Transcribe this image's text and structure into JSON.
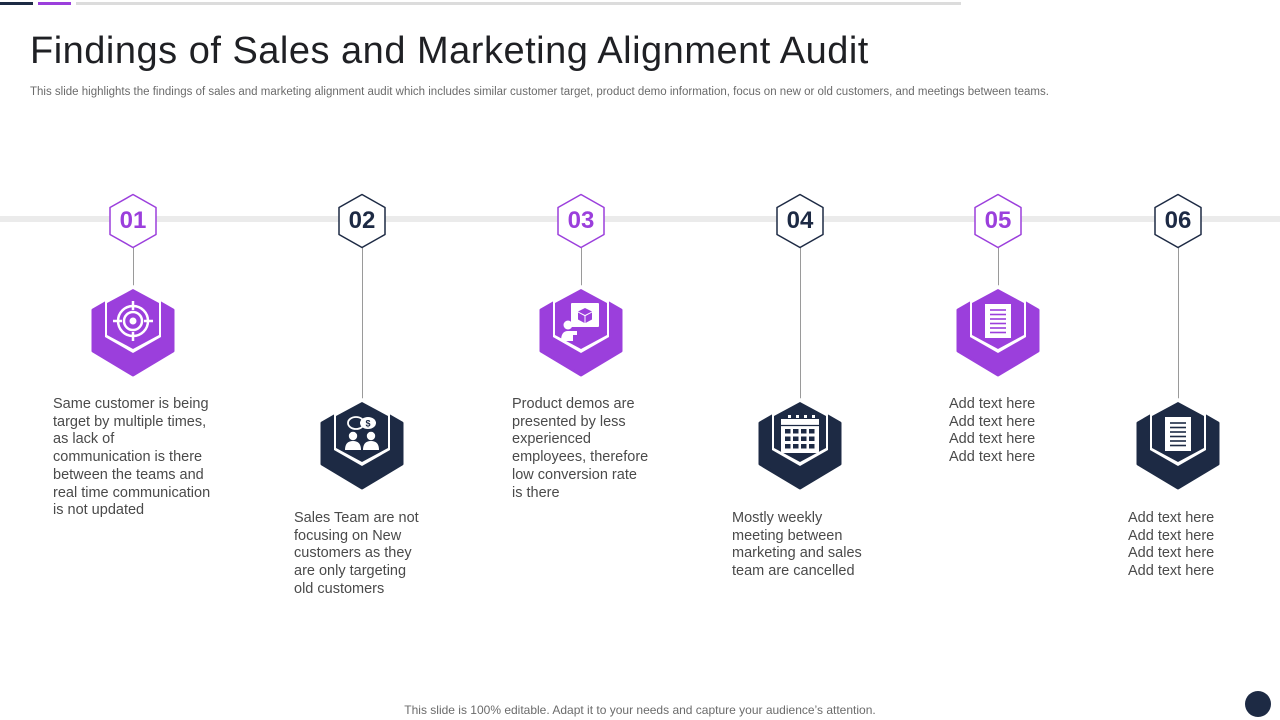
{
  "slide": {
    "title": "Findings of Sales and Marketing Alignment Audit",
    "subtitle": "This slide highlights the findings of sales and marketing alignment audit which includes similar customer target, product demo information, focus on new or old customers, and meetings between teams.",
    "footer": "This slide is 100% editable. Adapt it to your needs and capture your audience’s attention."
  },
  "colors": {
    "purple": "#9b3fdc",
    "navy": "#1d2a44",
    "timeline": "#ebebeb",
    "text": "#4a4a4a"
  },
  "steps": [
    {
      "number": "01",
      "icon": "target-icon",
      "lines": [
        "Same customer is being",
        "target by multiple times,",
        "as lack of",
        "communication is there",
        "between the teams and",
        "real time communication",
        "is not updated"
      ]
    },
    {
      "number": "02",
      "icon": "team-dollar-icon",
      "lines": [
        "Sales Team are not",
        "focusing on New",
        "customers as they",
        "are only targeting",
        "old customers"
      ]
    },
    {
      "number": "03",
      "icon": "product-presentation-icon",
      "lines": [
        "Product demos are",
        "presented by less",
        "experienced",
        "employees, therefore",
        "low conversion rate",
        "is there"
      ]
    },
    {
      "number": "04",
      "icon": "calendar-icon",
      "lines": [
        "Mostly weekly",
        "meeting between",
        "marketing and sales",
        "team are cancelled"
      ]
    },
    {
      "number": "05",
      "icon": "document-icon",
      "lines": [
        "Add text here",
        "Add text here",
        "Add text here",
        "Add text here"
      ]
    },
    {
      "number": "06",
      "icon": "document-icon",
      "lines": [
        "Add text here",
        "Add text here",
        "Add text here",
        "Add text here"
      ]
    }
  ]
}
